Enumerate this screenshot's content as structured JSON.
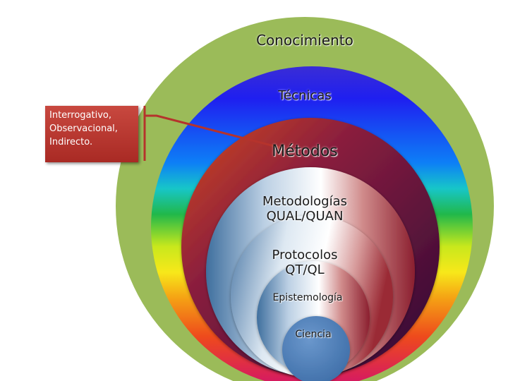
{
  "layers": [
    {
      "label": "Conocimiento"
    },
    {
      "label": "Técnicas"
    },
    {
      "label": "Métodos"
    },
    {
      "label": "Metodologías\nQUAL/QUAN"
    },
    {
      "label": "Protocolos\nQT/QL"
    },
    {
      "label": "Epistemología"
    },
    {
      "label": "Ciencia"
    }
  ],
  "callout": {
    "lines": [
      "Interrogativo,",
      "Observacional,",
      "Indirecto."
    ]
  },
  "colors": {
    "outer": "#9bbb59",
    "callout": "#b5332c",
    "core": "#4f81bd"
  }
}
